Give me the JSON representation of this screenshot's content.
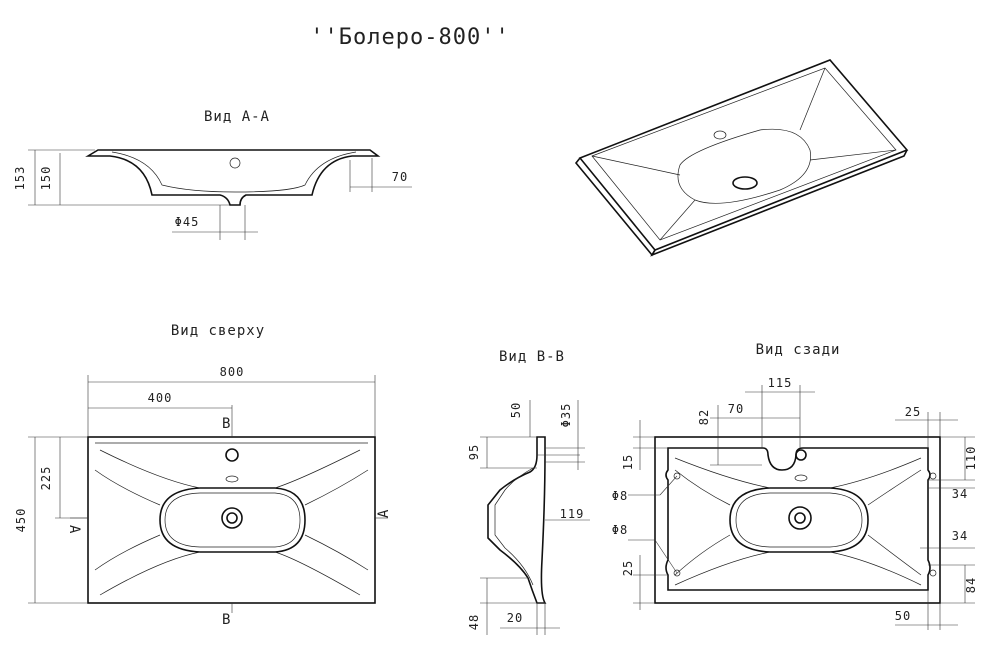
{
  "title": "''Болеро-800''",
  "views": {
    "section_aa": "Вид А-А",
    "top": "Вид сверху",
    "section_bb": "Вид В-В",
    "rear": "Вид сзади"
  },
  "section_aa_dims": {
    "h153": "153",
    "h150": "150",
    "w70": "70",
    "d45": "Φ45"
  },
  "top_dims": {
    "w800": "800",
    "w400": "400",
    "h450": "450",
    "h225": "225",
    "mark_b_top": "В",
    "mark_b_bottom": "В",
    "mark_a_left": "А",
    "mark_a_right": "А"
  },
  "section_bb_dims": {
    "v50": "50",
    "d35": "Φ35",
    "v95": "95",
    "h119": "119",
    "v48": "48",
    "h20": "20"
  },
  "rear_dims": {
    "w115": "115",
    "w70": "70",
    "v82": "82",
    "w25": "25",
    "v15": "15",
    "v110": "110",
    "d8a": "Φ8",
    "v34a": "34",
    "d8b": "Φ8",
    "v34b": "34",
    "v25": "25",
    "v84": "84",
    "w50": "50"
  }
}
